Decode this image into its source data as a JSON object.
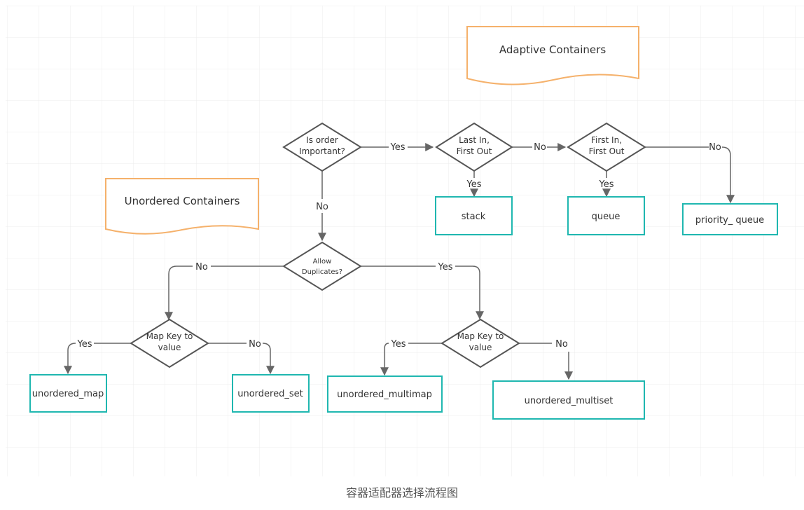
{
  "notes": {
    "adaptive": "Adaptive Containers",
    "unordered": "Unordered Containers"
  },
  "decisions": {
    "order": [
      "Is order",
      "Important?"
    ],
    "lifo": [
      "Last In,",
      "First Out"
    ],
    "fifo": [
      "First In,",
      "First Out"
    ],
    "dup": [
      "Allow",
      "Duplicates?"
    ],
    "mapkey_left": [
      "Map Key to",
      "value"
    ],
    "mapkey_right": [
      "Map Key to",
      "value"
    ]
  },
  "containers": {
    "stack": "stack",
    "queue": "queue",
    "priority_queue": "priority_ queue",
    "unordered_map": "unordered_map",
    "unordered_set": "unordered_set",
    "unordered_multimap": "unordered_multimap",
    "unordered_multiset": "unordered_multiset"
  },
  "edge_labels": {
    "order_yes": "Yes",
    "order_no": "No",
    "lifo_no": "No",
    "lifo_yes": "Yes",
    "fifo_no": "No",
    "fifo_yes": "Yes",
    "dup_no": "No",
    "dup_yes": "Yes",
    "mk_left_yes": "Yes",
    "mk_left_no": "No",
    "mk_right_yes": "Yes",
    "mk_right_no": "No"
  },
  "caption": "容器适配器选择流程图",
  "colors": {
    "note_border": "#f5b16b",
    "box_border": "#1fb7b0",
    "line": "#666666",
    "grid": "#ececec",
    "text": "#333333"
  }
}
